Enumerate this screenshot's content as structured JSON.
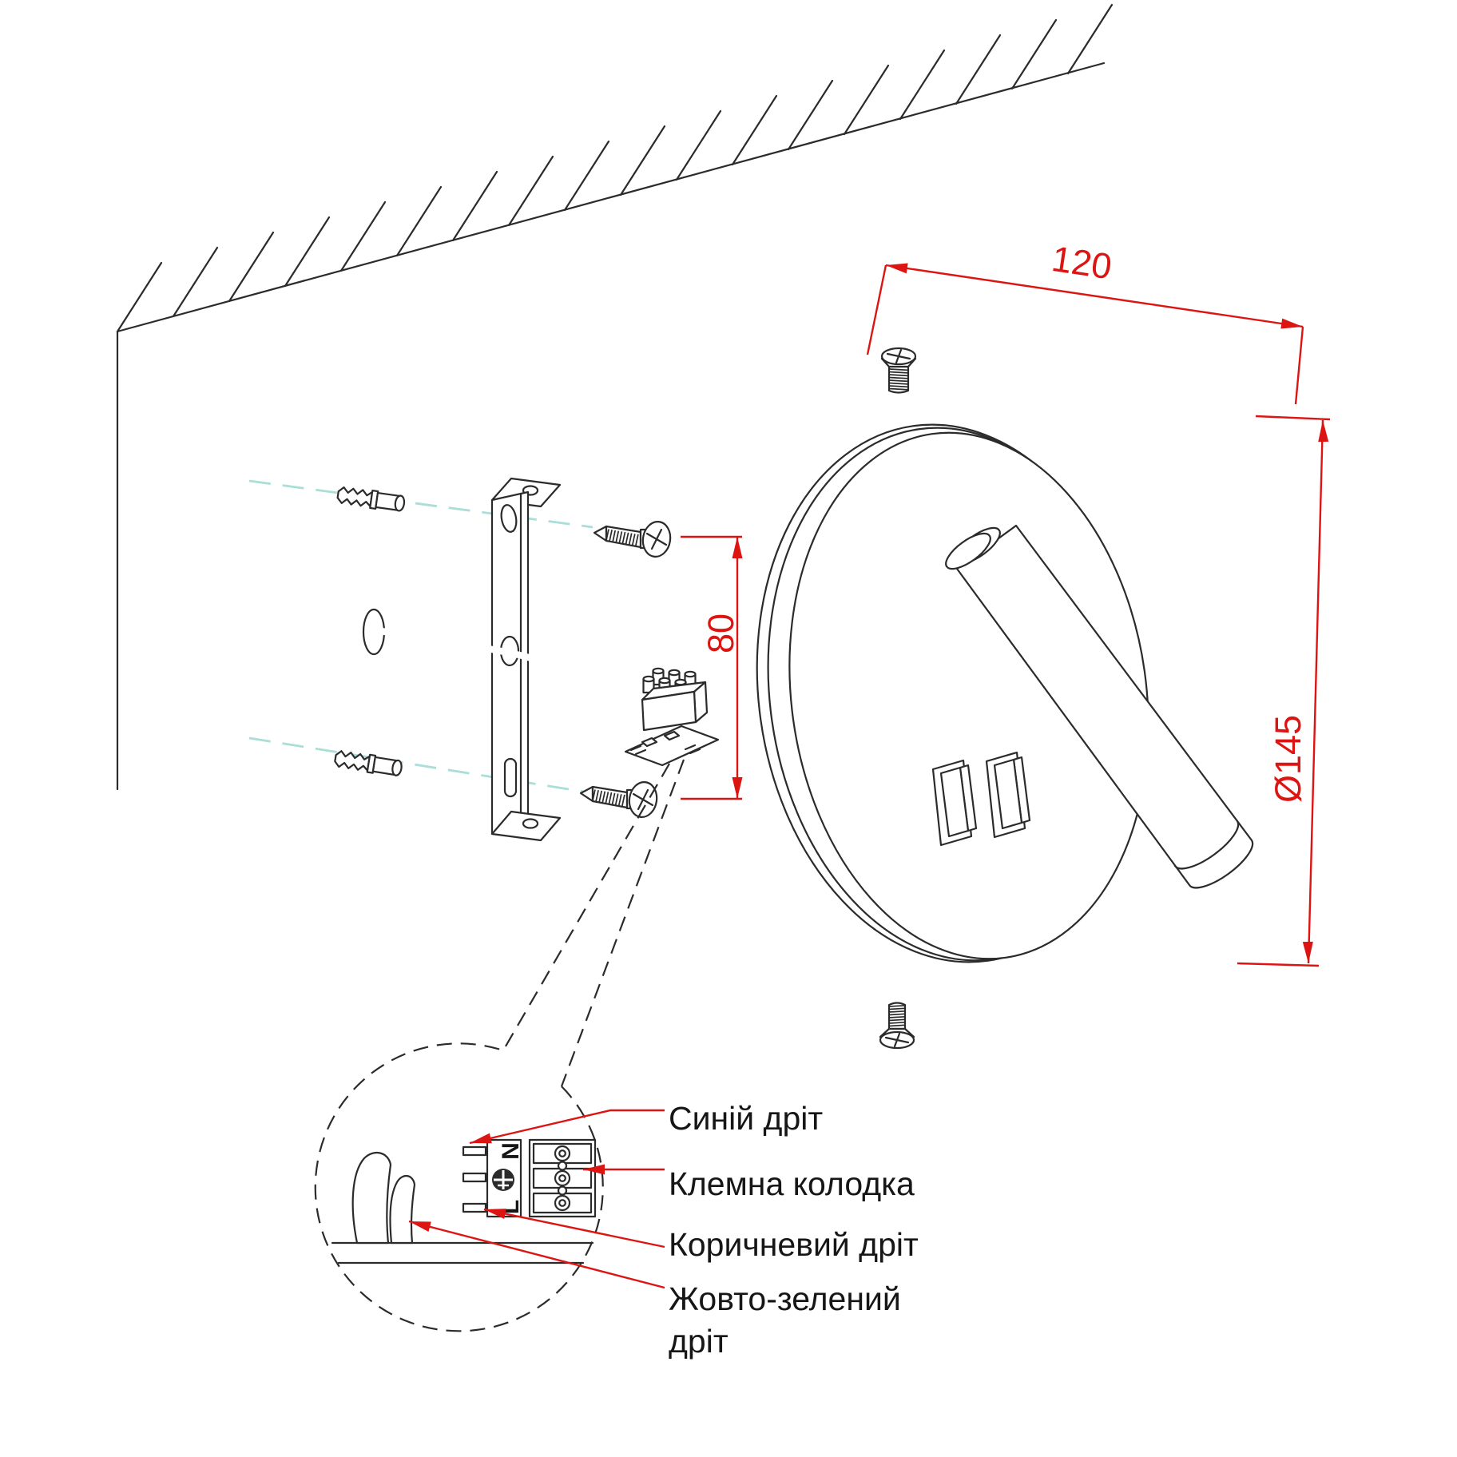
{
  "dimensions": {
    "width": "120",
    "screw_spacing": "80",
    "diameter": "Ø145"
  },
  "detail_labels": {
    "blue_wire": "Синій дріт",
    "terminal_block": "Клемна колодка",
    "brown_wire": "Коричневий дріт",
    "yellow_green_wire_line1": "Жовто-зелений",
    "yellow_green_wire_line2": "дріт"
  },
  "terminal_markings": {
    "neutral": "N",
    "line": "L"
  },
  "colors": {
    "dimension_red": "#dd1512",
    "guide_teal": "#a9ded9",
    "line_dark": "#2b2b2b"
  }
}
